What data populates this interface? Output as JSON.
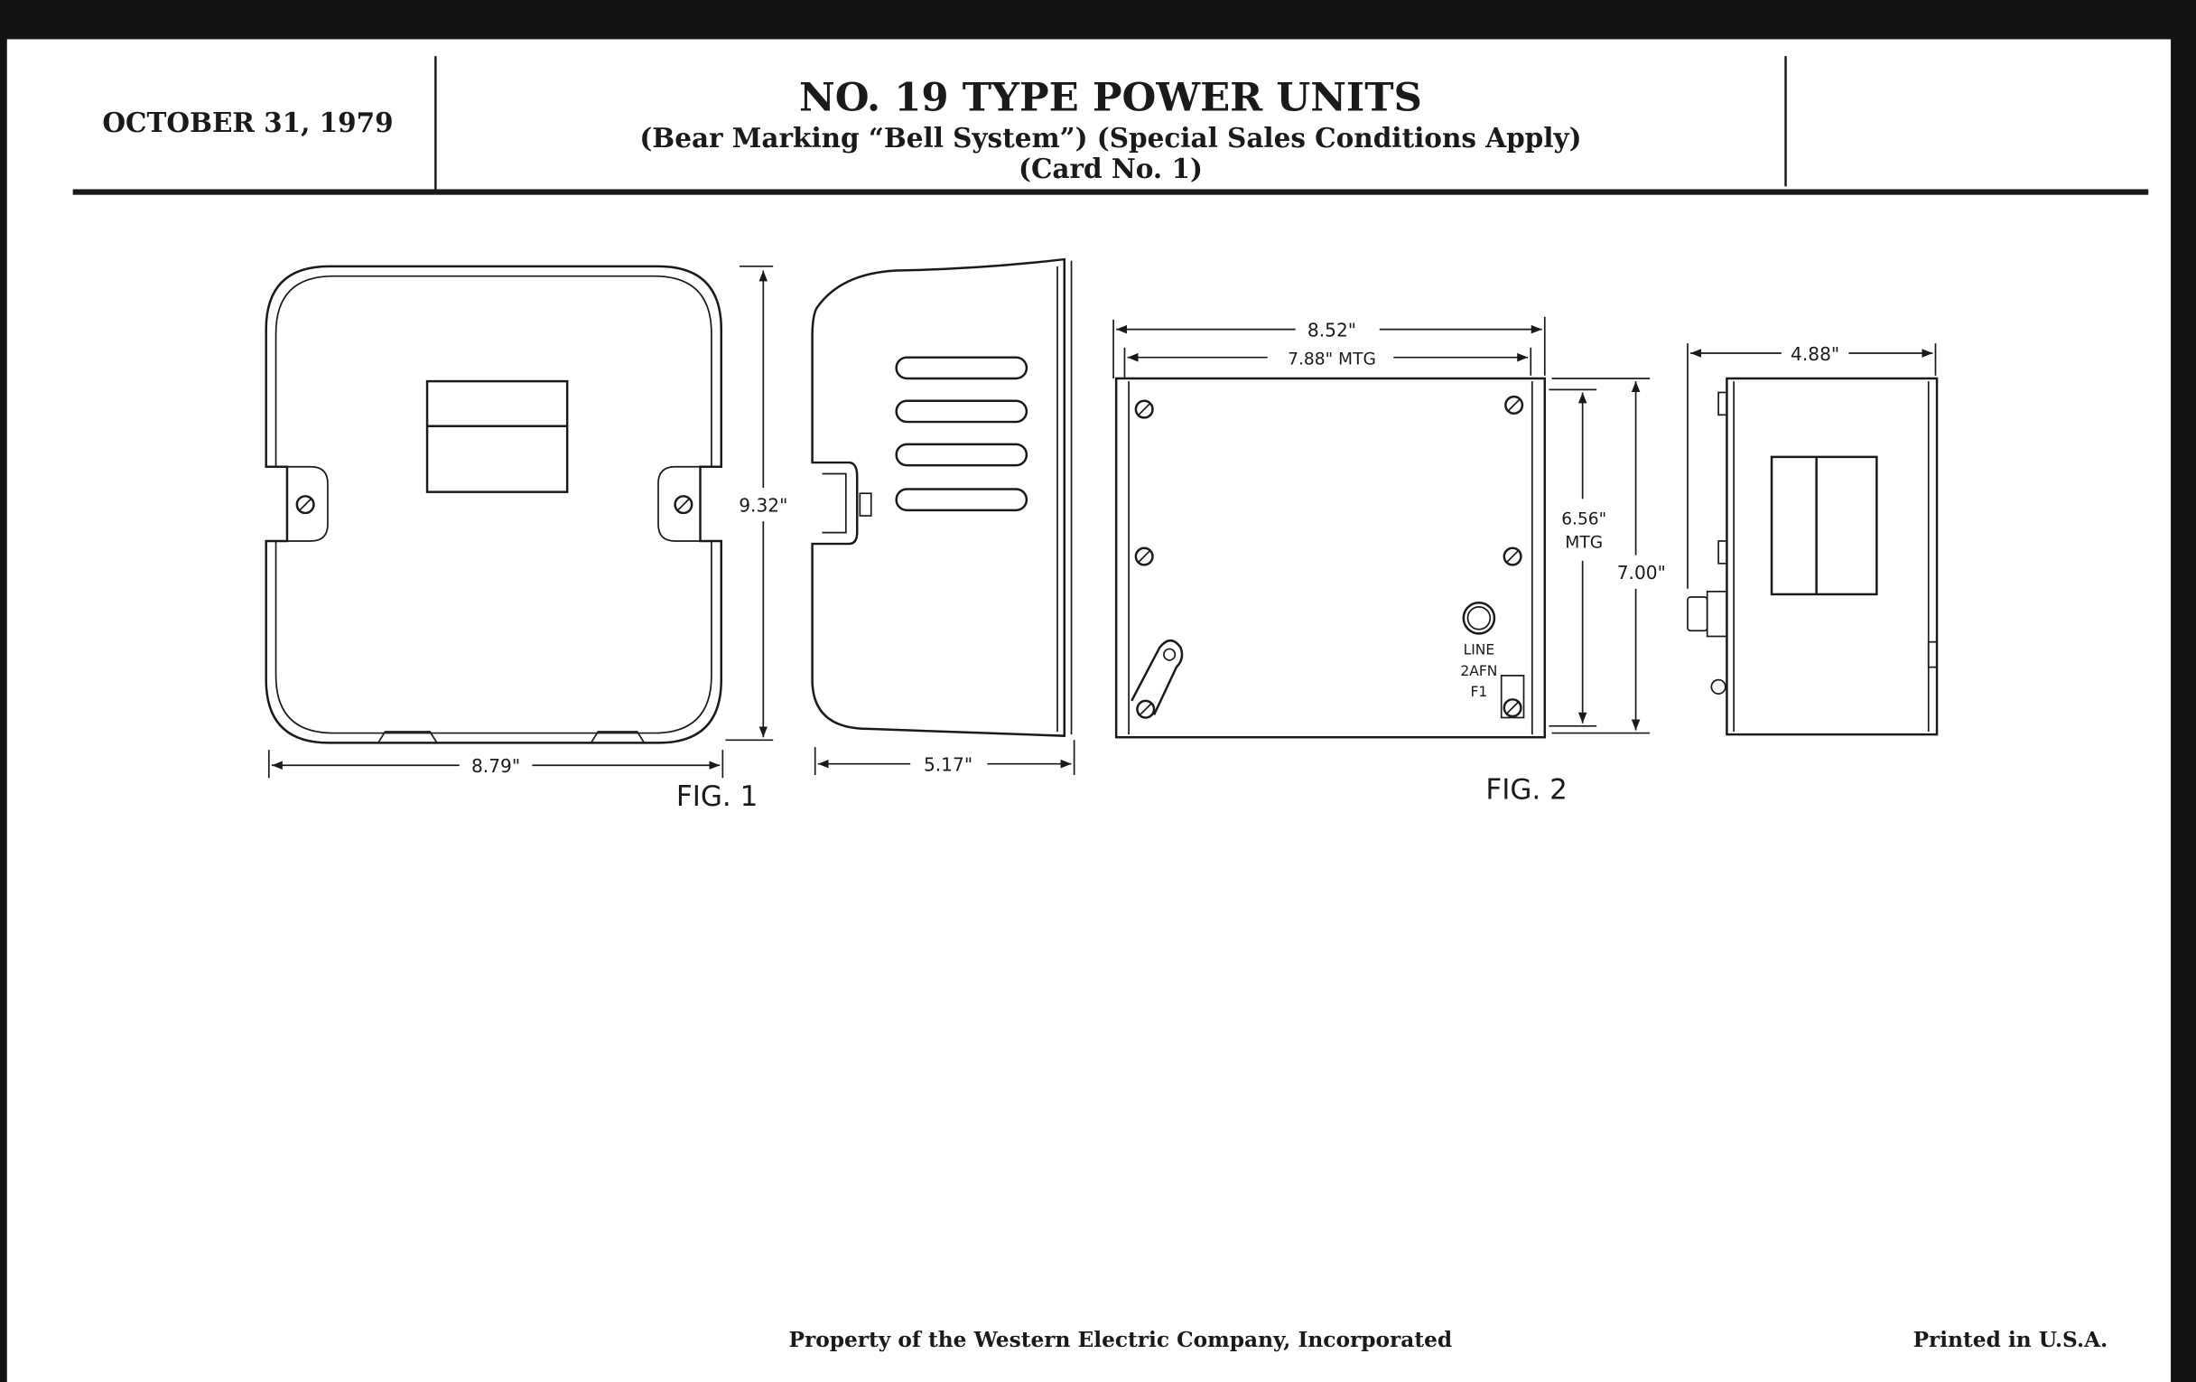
{
  "header": {
    "date": "OCTOBER 31, 1979",
    "title": "NO. 19 TYPE POWER UNITS",
    "subtitle": "(Bear Marking “Bell System”) (Special Sales Conditions Apply)",
    "card": "(Card No. 1)"
  },
  "fig1": {
    "label": "FIG. 1",
    "height_dim": "9.32\"",
    "width_dim": "8.79\"",
    "depth_dim": "5.17\""
  },
  "fig2": {
    "label": "FIG. 2",
    "overall_width_dim": "8.52\"",
    "mounting_width_dim": "7.88\" MTG",
    "mounting_height_dim": "6.56\"",
    "mounting_height_suffix": "MTG",
    "overall_height_dim": "7.00\"",
    "depth_dim": "4.88\"",
    "fuse_label_line1": "LINE",
    "fuse_label_line2": "2AFN",
    "fuse_label_line3": "F1"
  },
  "footer": {
    "property": "Property of the Western Electric Company, Incorporated",
    "printed": "Printed in U.S.A."
  }
}
